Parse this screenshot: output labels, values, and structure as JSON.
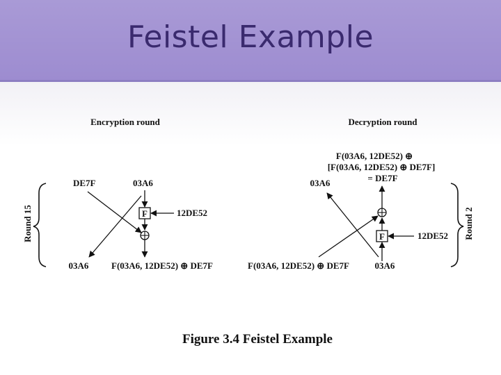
{
  "slide": {
    "title": "Feistel Example"
  },
  "encryption": {
    "header": "Encryption round",
    "round_label": "Round 15",
    "top_left": "DE7F",
    "top_right": "03A6",
    "f_box": "F",
    "key": "12DE52",
    "bottom_left": "03A6",
    "bottom_right": "F(03A6, 12DE52) ⊕ DE7F"
  },
  "decryption": {
    "header": "Decryption round",
    "round_label": "Round 2",
    "expr_line1": "F(03A6, 12DE52) ⊕",
    "expr_line2": "[F(03A6, 12DE52) ⊕ DE7F]",
    "expr_line3": "= DE7F",
    "top_left": "03A6",
    "f_box": "F",
    "key": "12DE52",
    "bottom_left": "F(03A6, 12DE52) ⊕ DE7F",
    "bottom_right": "03A6"
  },
  "figure": {
    "caption": "Figure 3.4  Feistel Example"
  },
  "colors": {
    "header_bg": "#a99ad6",
    "title_text": "#3a2a6e"
  }
}
